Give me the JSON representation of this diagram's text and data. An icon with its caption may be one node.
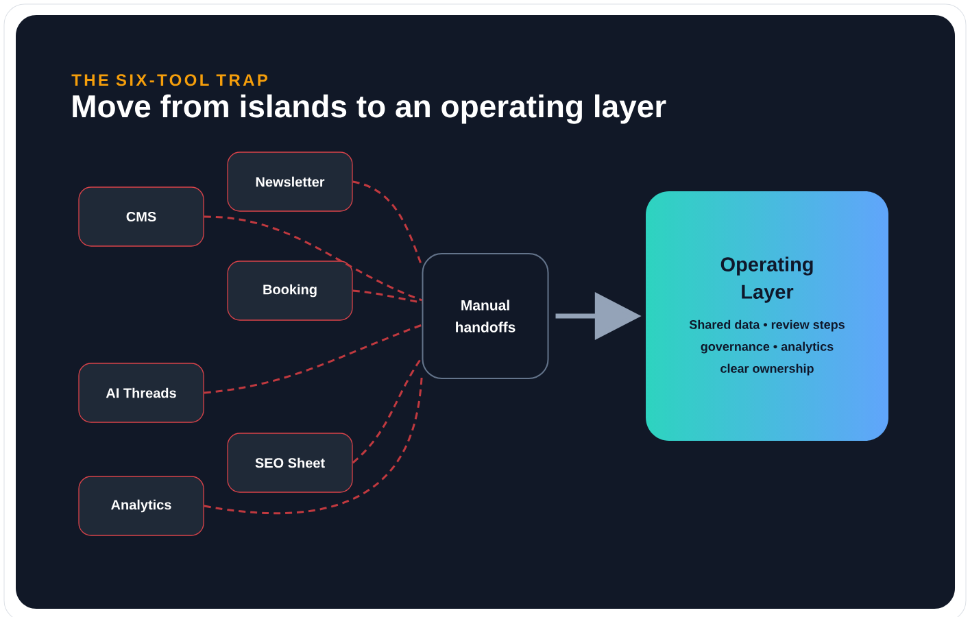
{
  "diagram": {
    "title": "Move from islands to an operating layer",
    "nodes": [
      {
        "text": [
          "Newsletter"
        ]
      },
      {
        "text": [
          "CMS"
        ]
      },
      {
        "text": [
          "Booking"
        ]
      },
      {
        "text": [
          "AI Threads"
        ]
      },
      {
        "text": [
          "SEO Sheet"
        ]
      },
      {
        "text": [
          "Analytics"
        ]
      },
      {
        "text": [
          "Manual handoffs"
        ]
      },
      {
        "text": [
          "Operating Layer",
          "Shared data • review steps governance • analytics clear ownership"
        ]
      }
    ],
    "edges": [
      {
        "from": 0,
        "to": 6,
        "arrow": "none",
        "style": "dashed"
      },
      {
        "from": 1,
        "to": 6,
        "arrow": "none",
        "style": "dashed"
      },
      {
        "from": 2,
        "to": 6,
        "arrow": "none",
        "style": "dashed"
      },
      {
        "from": 3,
        "to": 6,
        "arrow": "none",
        "style": "dashed"
      },
      {
        "from": 4,
        "to": 6,
        "arrow": "none",
        "style": "dashed"
      },
      {
        "from": 5,
        "to": 6,
        "arrow": "none",
        "style": "dashed"
      },
      {
        "from": 6,
        "to": 7,
        "arrow": "to",
        "style": "thick",
        "color": "#94a3b8"
      }
    ],
    "labels": [
      "THE SIX-TOOL TRAP"
    ]
  }
}
